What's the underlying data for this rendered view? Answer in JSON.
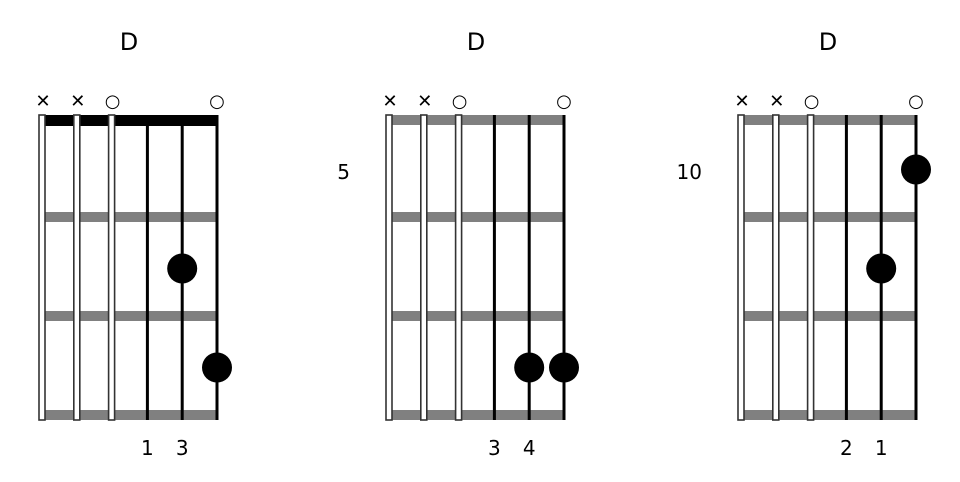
{
  "chords": [
    {
      "name": "D",
      "start_fret": "",
      "nut": true,
      "strings": [
        "x",
        "x",
        "o",
        "",
        "",
        "o"
      ],
      "dots": [
        {
          "string": 4,
          "fret": 2,
          "finger": "1"
        },
        {
          "string": 5,
          "fret": 3,
          "finger": "3"
        }
      ],
      "finger_labels": [
        "",
        "",
        "",
        "1",
        "3",
        ""
      ]
    },
    {
      "name": "D",
      "start_fret": "5",
      "nut": false,
      "strings": [
        "x",
        "x",
        "o",
        "",
        "",
        "o"
      ],
      "dots": [
        {
          "string": 4,
          "fret": 3,
          "finger": "3"
        },
        {
          "string": 5,
          "fret": 3,
          "finger": "4"
        }
      ],
      "finger_labels": [
        "",
        "",
        "",
        "3",
        "4",
        ""
      ]
    },
    {
      "name": "D",
      "start_fret": "10",
      "nut": false,
      "strings": [
        "x",
        "x",
        "o",
        "",
        "",
        "o"
      ],
      "dots": [
        {
          "string": 5,
          "fret": 1,
          "finger": "1"
        },
        {
          "string": 4,
          "fret": 2,
          "finger": "2"
        }
      ],
      "finger_labels": [
        "",
        "",
        "",
        "2",
        "1",
        ""
      ]
    }
  ],
  "colors": {
    "fret": "#808080",
    "nut": "#000000",
    "string": "#000000",
    "dot": "#000000"
  }
}
